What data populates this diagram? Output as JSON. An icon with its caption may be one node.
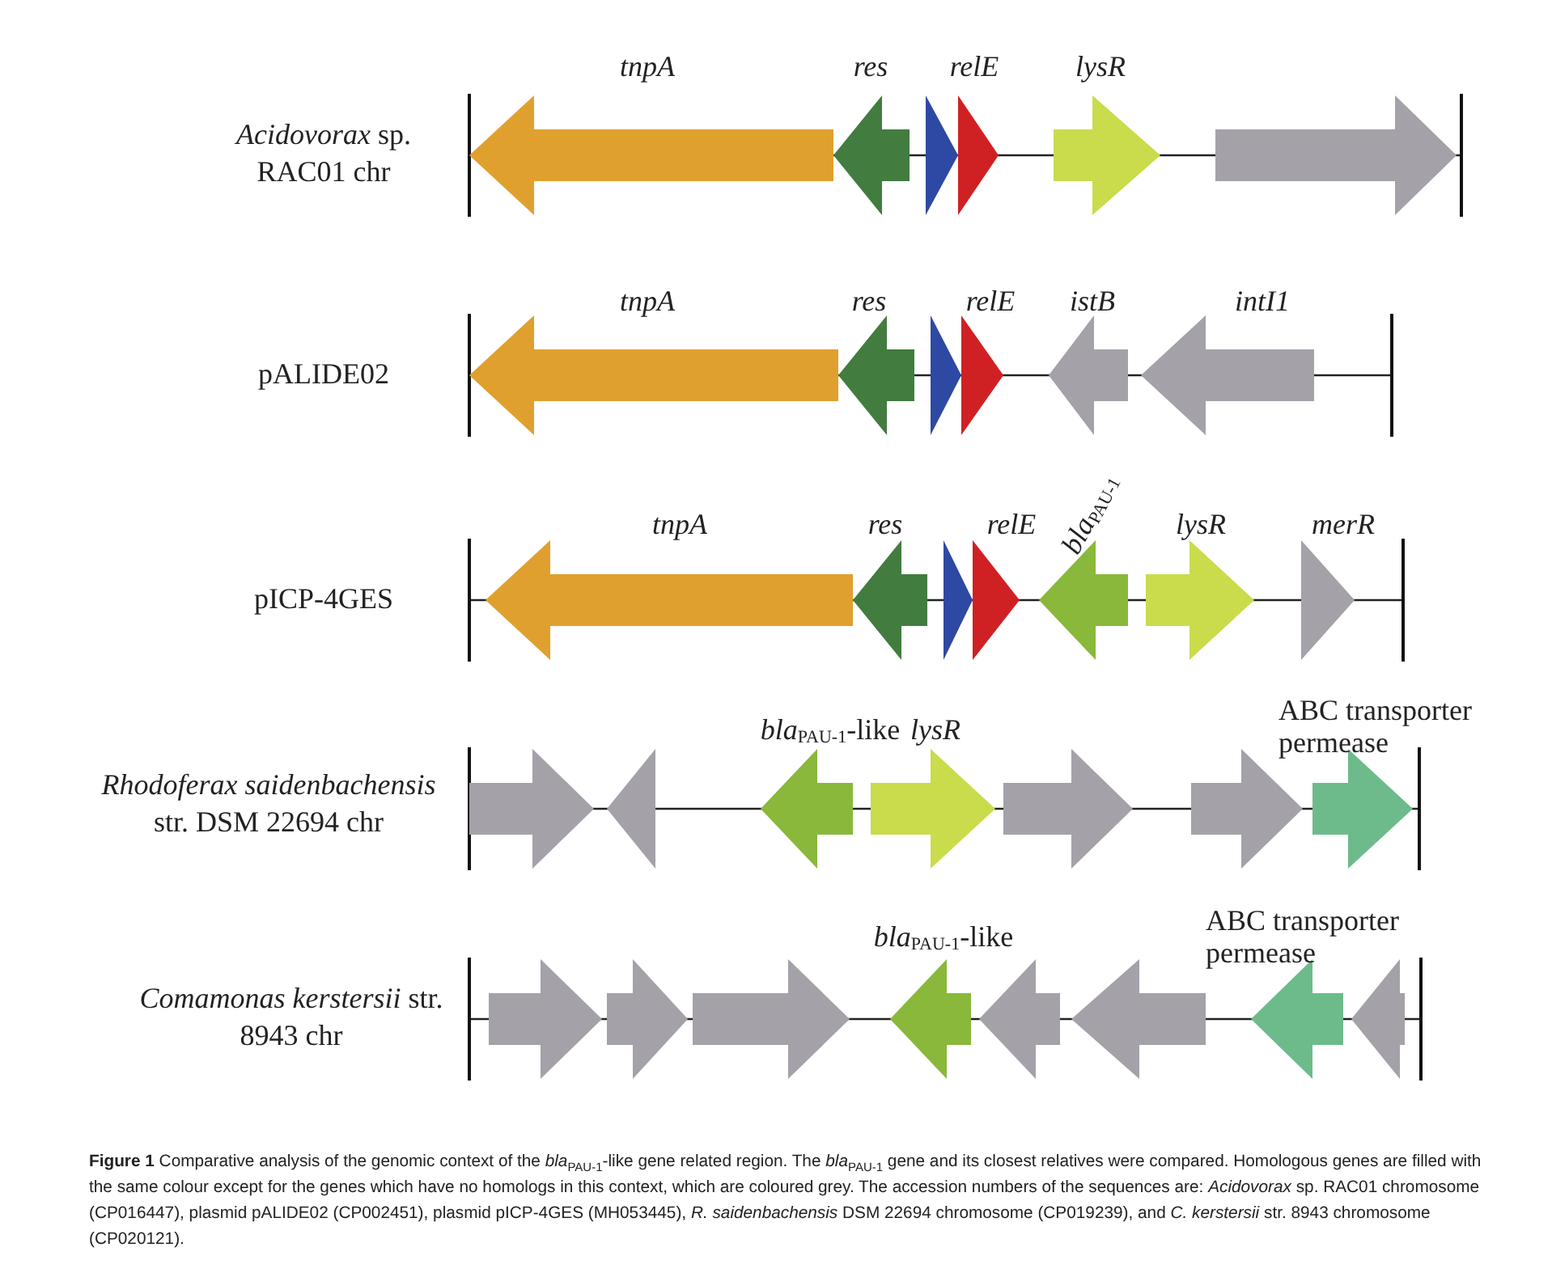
{
  "diagram": {
    "caption": "**Figure 1** Comparative analysis of the genomic context of the *bla*$_{PAU-1}$-like gene related region. The *bla*$_{PAU-1}$ gene and its closest relatives were compared. Homologous genes are filled with the same colour except for the genes which have no homologs in this context, which are coloured grey. The accession numbers of the sequences are: *Acidovorax* sp. RAC01 chromosome (CP016447), plasmid pALIDE02 (CP002451), plasmid pICP-4GES (MH053445), *R. saidenbachensis* DSM 22694 chromosome (CP019239), and *C. kerstersii* str. 8943 chromosome (CP020121).",
    "nodes": [
      {
        "text": [
          "tnpA"
        ]
      },
      {
        "text": [
          "res"
        ]
      },
      {
        "text": [],
        "shape": "arrow"
      },
      {
        "text": [
          "relE"
        ]
      },
      {
        "text": [
          "lysR"
        ]
      },
      {
        "text": [],
        "shape": "arrow"
      },
      {
        "text": [
          "tnpA"
        ]
      },
      {
        "text": [
          "res"
        ]
      },
      {
        "text": [],
        "shape": "arrow"
      },
      {
        "text": [
          "relE"
        ]
      },
      {
        "text": [
          "istB"
        ]
      },
      {
        "text": [
          "intI1"
        ]
      },
      {
        "text": [
          "tnpA"
        ]
      },
      {
        "text": [
          "res"
        ]
      },
      {
        "text": [],
        "shape": "arrow"
      },
      {
        "text": [
          "relE"
        ]
      },
      {
        "text": [
          "*bla*$_{PAU-1}$"
        ]
      },
      {
        "text": [
          "lysR"
        ]
      },
      {
        "text": [
          "merR"
        ]
      },
      {
        "text": [],
        "shape": "arrow"
      },
      {
        "text": [],
        "shape": "arrow"
      },
      {
        "text": [
          "*bla*$_{PAU-1}$-like"
        ]
      },
      {
        "text": [
          "lysR"
        ]
      },
      {
        "text": [],
        "shape": "arrow"
      },
      {
        "text": [],
        "shape": "arrow"
      },
      {
        "text": [
          "ABC transporter permease"
        ]
      },
      {
        "text": [],
        "shape": "arrow"
      },
      {
        "text": [],
        "shape": "arrow"
      },
      {
        "text": [],
        "shape": "arrow"
      },
      {
        "text": [
          "*bla*$_{PAU-1}$-like"
        ]
      },
      {
        "text": [],
        "shape": "arrow"
      },
      {
        "text": [],
        "shape": "arrow"
      },
      {
        "text": [
          "ABC transporter permease"
        ]
      },
      {
        "text": [],
        "shape": "arrow"
      }
    ],
    "labels": [
      "*Acidovorax* sp. RAC01 chr",
      "pALIDE02",
      "pICP-4GES",
      "*Rhodoferax saidenbachensis* str. DSM 22694 chr",
      "*Comamonas kerstersii* str. 8943 chr"
    ]
  }
}
